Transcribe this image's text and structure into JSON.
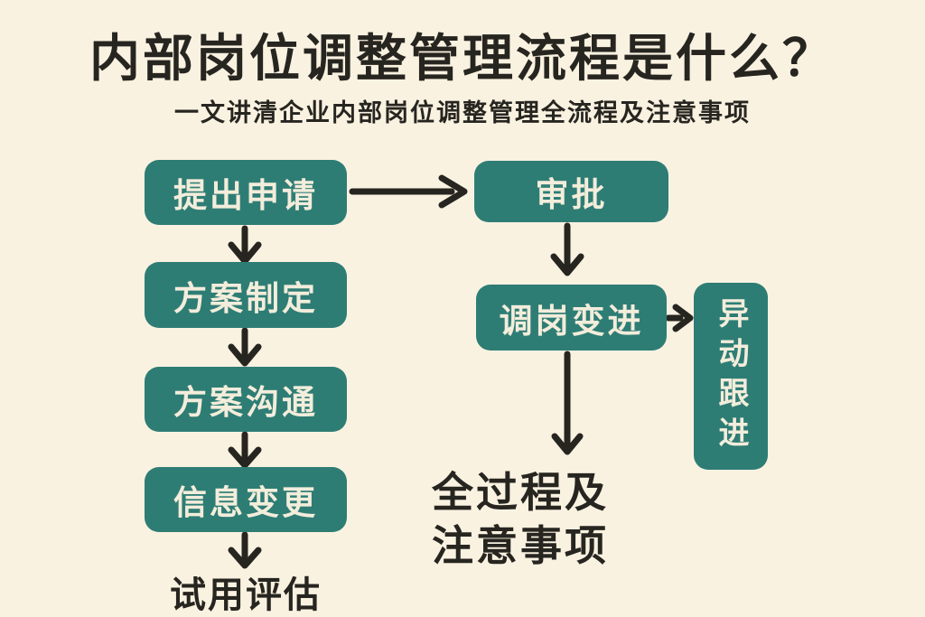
{
  "page": {
    "title": "内部岗位调整管理流程是什么？",
    "subtitle": "一文讲清企业内部岗位调整管理全流程及注意事项"
  },
  "colors": {
    "background": "#faf2e1",
    "box_fill": "#2e7d75",
    "box_text": "#f3eddb",
    "heading_text": "#272520",
    "arrow": "#272520"
  },
  "flow": {
    "steps_left": [
      "提出申请",
      "方案制定",
      "方案沟通",
      "信息变更"
    ],
    "left_final_label": "试用评估",
    "steps_right": [
      "审批",
      "调岗变进"
    ],
    "side_step": "异动跟进",
    "note_line1": "全过程及",
    "note_line2": "注意事项"
  }
}
